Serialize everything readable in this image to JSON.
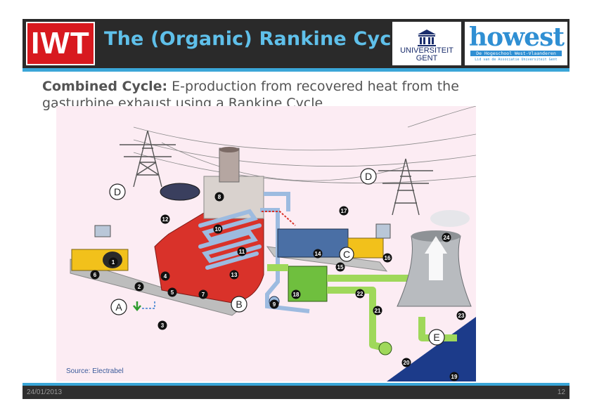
{
  "header": {
    "logo_left": "IWT",
    "title": "The (Organic) Rankine Cycle",
    "logo_ugent": {
      "line1": "UNIVERSITEIT",
      "line2": "GENT"
    },
    "logo_howest": {
      "word": "howest",
      "tagline": "De Hogeschool West-Vlaanderen",
      "subline": "Lid van de Associatie Universiteit Gent"
    }
  },
  "subtitle": {
    "bold": "Combined Cycle:",
    "text": " E-production from recovered heat from the gasturbine exhaust using a Rankine Cycle"
  },
  "diagram": {
    "source": "Source: Electrabel",
    "letters": [
      "A",
      "B",
      "C",
      "D",
      "D",
      "E"
    ],
    "numbers": [
      "1",
      "2",
      "3",
      "4",
      "5",
      "6",
      "7",
      "8",
      "9",
      "10",
      "11",
      "12",
      "13",
      "14",
      "15",
      "16",
      "17",
      "18",
      "19",
      "20",
      "21",
      "22",
      "23",
      "24"
    ]
  },
  "footer": {
    "date": "24/01/2013",
    "page": "12"
  }
}
